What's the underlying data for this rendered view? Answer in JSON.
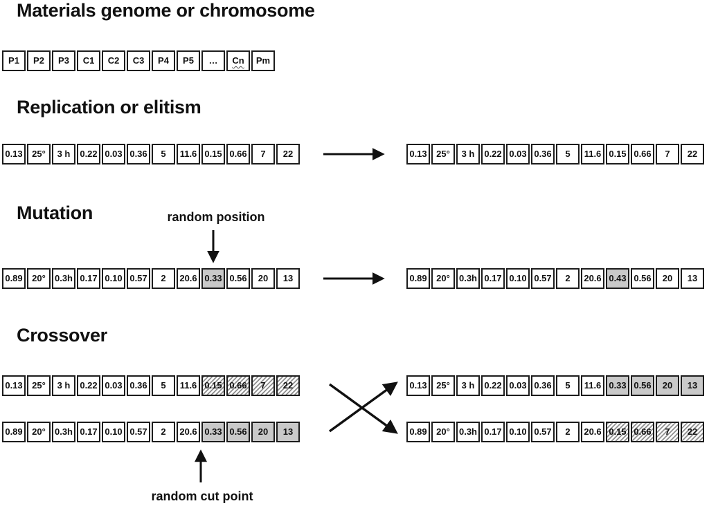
{
  "colors": {
    "background": "#ffffff",
    "cell_border": "#1c1c1c",
    "highlight_gray": "#c9c9c9",
    "hatch_line": "#8f8f8f",
    "text": "#111111"
  },
  "sections": {
    "genome": {
      "title": "Materials genome or chromosome",
      "cells": [
        "P1",
        "P2",
        "P3",
        "C1",
        "C2",
        "C3",
        "P4",
        "P5",
        "…",
        {
          "t": "Cn",
          "s": "wavy"
        },
        "Pm"
      ]
    },
    "replication": {
      "title": "Replication or elitism",
      "parent": [
        "0.13",
        "25°",
        "3 h",
        "0.22",
        "0.03",
        "0.36",
        "5",
        "11.6",
        "0.15",
        "0.66",
        "7",
        "22"
      ],
      "result": [
        "0.13",
        "25°",
        "3 h",
        "0.22",
        "0.03",
        "0.36",
        "5",
        "11.6",
        "0.15",
        "0.66",
        "7",
        "22"
      ]
    },
    "mutation": {
      "title": "Mutation",
      "annotation": "random position",
      "parent": [
        "0.89",
        "20°",
        "0.3h",
        "0.17",
        "0.10",
        "0.57",
        "2",
        "20.6",
        {
          "t": "0.33",
          "s": "gray"
        },
        "0.56",
        "20",
        "13"
      ],
      "result": [
        "0.89",
        "20°",
        "0.3h",
        "0.17",
        "0.10",
        "0.57",
        "2",
        "20.6",
        {
          "t": "0.43",
          "s": "gray"
        },
        "0.56",
        "20",
        "13"
      ]
    },
    "crossover": {
      "title": "Crossover",
      "annotation": "random cut point",
      "parent1": [
        "0.13",
        "25°",
        "3 h",
        "0.22",
        "0.03",
        "0.36",
        "5",
        "11.6",
        {
          "t": "0.15",
          "s": "hatch"
        },
        {
          "t": "0.66",
          "s": "hatch"
        },
        {
          "t": "7",
          "s": "hatch"
        },
        {
          "t": "22",
          "s": "hatch"
        }
      ],
      "parent2": [
        "0.89",
        "20°",
        "0.3h",
        "0.17",
        "0.10",
        "0.57",
        "2",
        "20.6",
        {
          "t": "0.33",
          "s": "gray"
        },
        {
          "t": "0.56",
          "s": "gray"
        },
        {
          "t": "20",
          "s": "gray"
        },
        {
          "t": "13",
          "s": "gray"
        }
      ],
      "offspring1": [
        "0.13",
        "25°",
        "3 h",
        "0.22",
        "0.03",
        "0.36",
        "5",
        "11.6",
        {
          "t": "0.33",
          "s": "gray"
        },
        {
          "t": "0.56",
          "s": "gray"
        },
        {
          "t": "20",
          "s": "gray"
        },
        {
          "t": "13",
          "s": "gray"
        }
      ],
      "offspring2": [
        "0.89",
        "20°",
        "0.3h",
        "0.17",
        "0.10",
        "0.57",
        "2",
        "20.6",
        {
          "t": "0.15",
          "s": "hatch"
        },
        {
          "t": "0.66",
          "s": "hatch"
        },
        {
          "t": "7",
          "s": "hatch"
        },
        {
          "t": "22",
          "s": "hatch"
        }
      ]
    }
  }
}
